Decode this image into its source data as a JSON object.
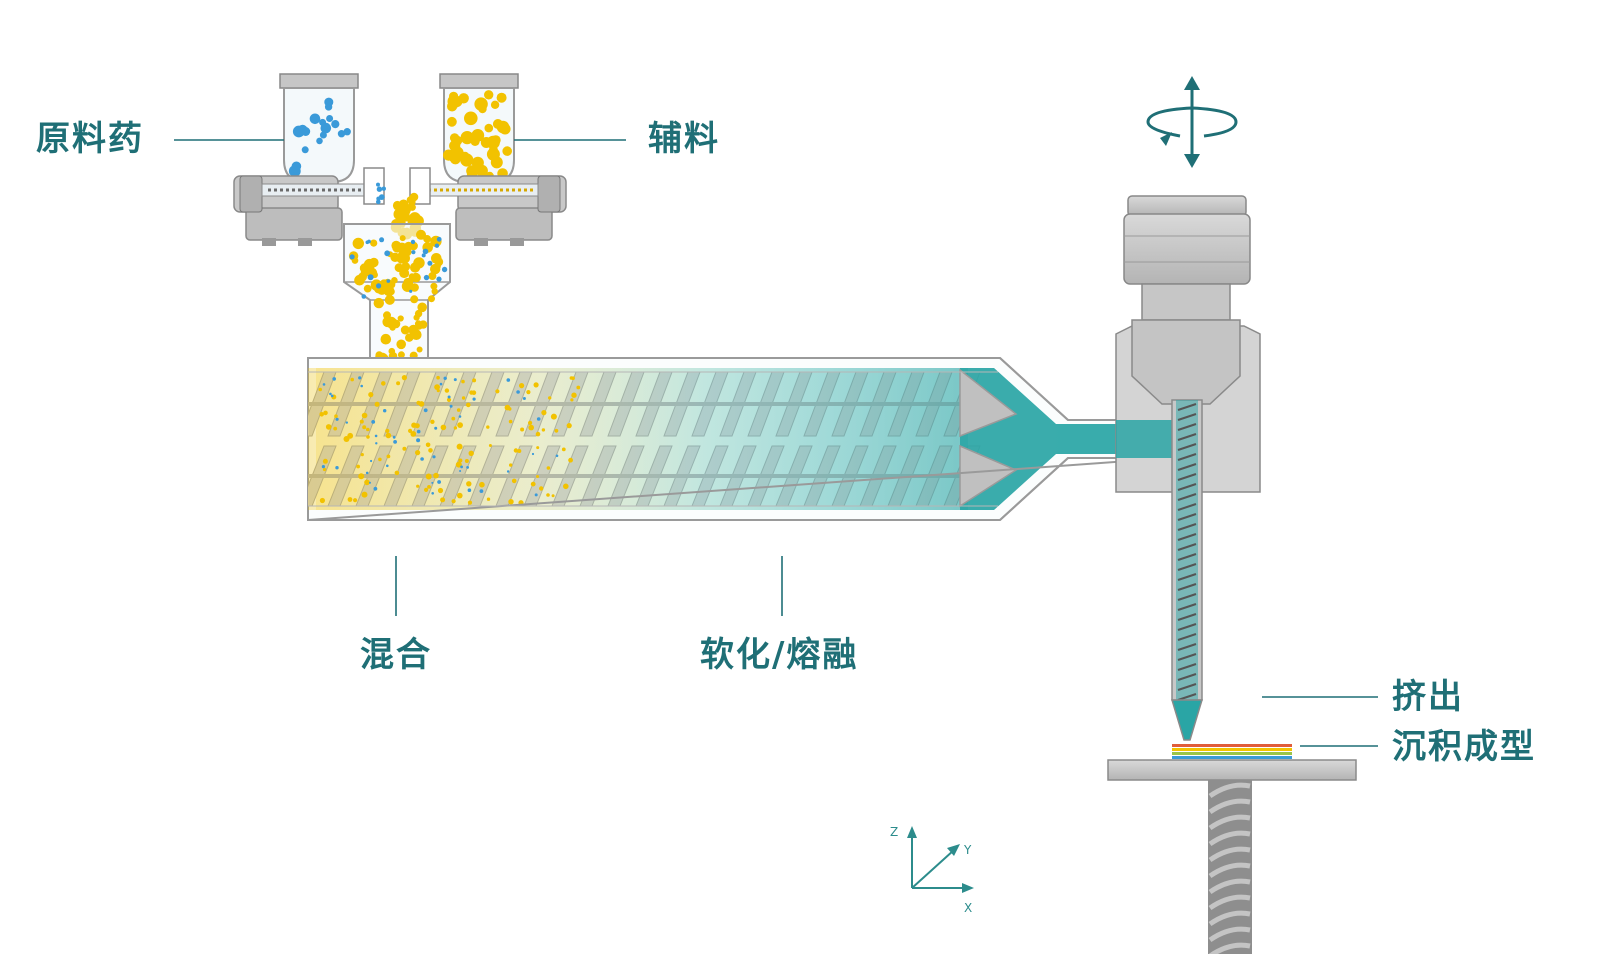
{
  "labels": {
    "api": "原料药",
    "excipient": "辅料",
    "mixing": "混合",
    "melting": "软化/熔融",
    "extrusion": "挤出",
    "deposition": "沉积成型"
  },
  "axes": {
    "z": "Z",
    "y": "Y",
    "x": "X"
  },
  "colors": {
    "teal": "#2aa5a5",
    "label": "#1f6f76",
    "api_particles": "#3a9ad9",
    "excipient_particles": "#f2c200",
    "metal": "#c9c9c9",
    "metal_dark": "#8e8e8e"
  }
}
